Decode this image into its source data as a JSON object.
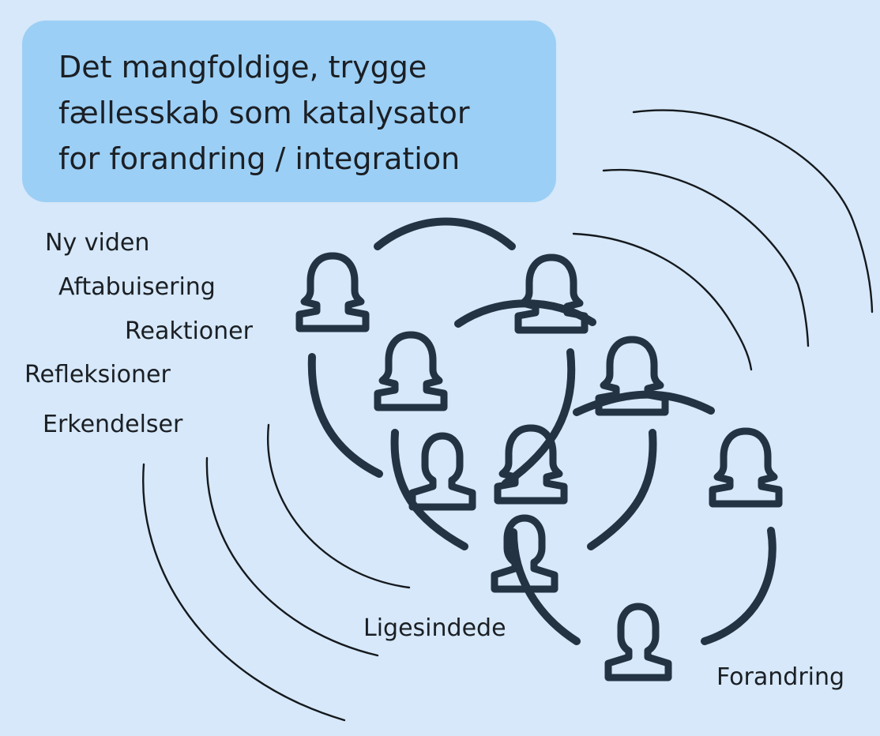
{
  "colors": {
    "background": "#d6e8f9",
    "title_box": "#9ccff5",
    "icon_stroke": "#233343",
    "text": "#1b1f24"
  },
  "title": {
    "lines": [
      "Det mangfoldige, trygge",
      "fællesskab som katalysator",
      "for forandring / integration"
    ]
  },
  "labels": {
    "ny_viden": "Ny viden",
    "aftabuisering": "Aftabuisering",
    "reaktioner": "Reaktioner",
    "refleksioner": "Refleksioner",
    "erkendelser": "Erkendelser",
    "ligesindede": "Ligesindede",
    "forandring": "Forandring"
  },
  "icons": {
    "female": "person-female-icon",
    "male": "person-male-icon"
  }
}
